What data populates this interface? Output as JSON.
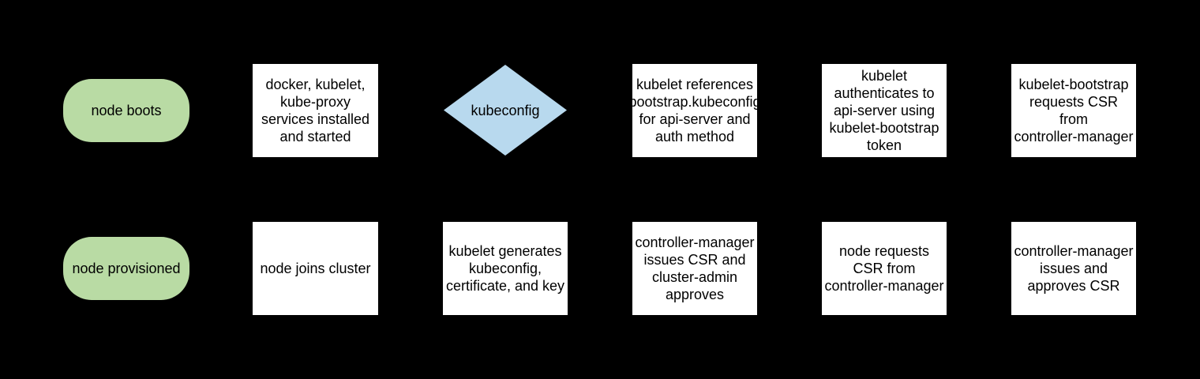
{
  "diagram": {
    "background": "#000000",
    "style": {
      "terminator_fill": "#b9dba4",
      "decision_fill": "#b8d9ee",
      "process_fill": "#ffffff",
      "text_color": "#000000"
    },
    "rows": [
      {
        "name": "node-boot-flow",
        "nodes": [
          {
            "type": "terminator",
            "label": "node boots"
          },
          {
            "type": "process",
            "label": "docker, kubelet,\nkube-proxy\nservices installed\nand started"
          },
          {
            "type": "decision",
            "label": "kubeconfig"
          },
          {
            "type": "process",
            "label": "kubelet references\nbootstrap.kubeconfig\nfor api-server and\nauth method"
          },
          {
            "type": "process",
            "label": "kubelet\nauthenticates to\napi-server using\nkubelet-bootstrap\ntoken"
          },
          {
            "type": "process",
            "label": "kubelet-bootstrap\nrequests CSR\nfrom\ncontroller-manager"
          }
        ]
      },
      {
        "name": "node-provision-flow",
        "nodes": [
          {
            "type": "terminator",
            "label": "node provisioned"
          },
          {
            "type": "process",
            "label": "node joins cluster"
          },
          {
            "type": "process",
            "label": "kubelet generates\nkubeconfig,\ncertificate, and key"
          },
          {
            "type": "process",
            "label": "controller-manager\nissues CSR and\ncluster-admin\napproves"
          },
          {
            "type": "process",
            "label": "node requests\nCSR from\ncontroller-manager"
          },
          {
            "type": "process",
            "label": "controller-manager\nissues and\napproves CSR"
          }
        ]
      }
    ]
  }
}
